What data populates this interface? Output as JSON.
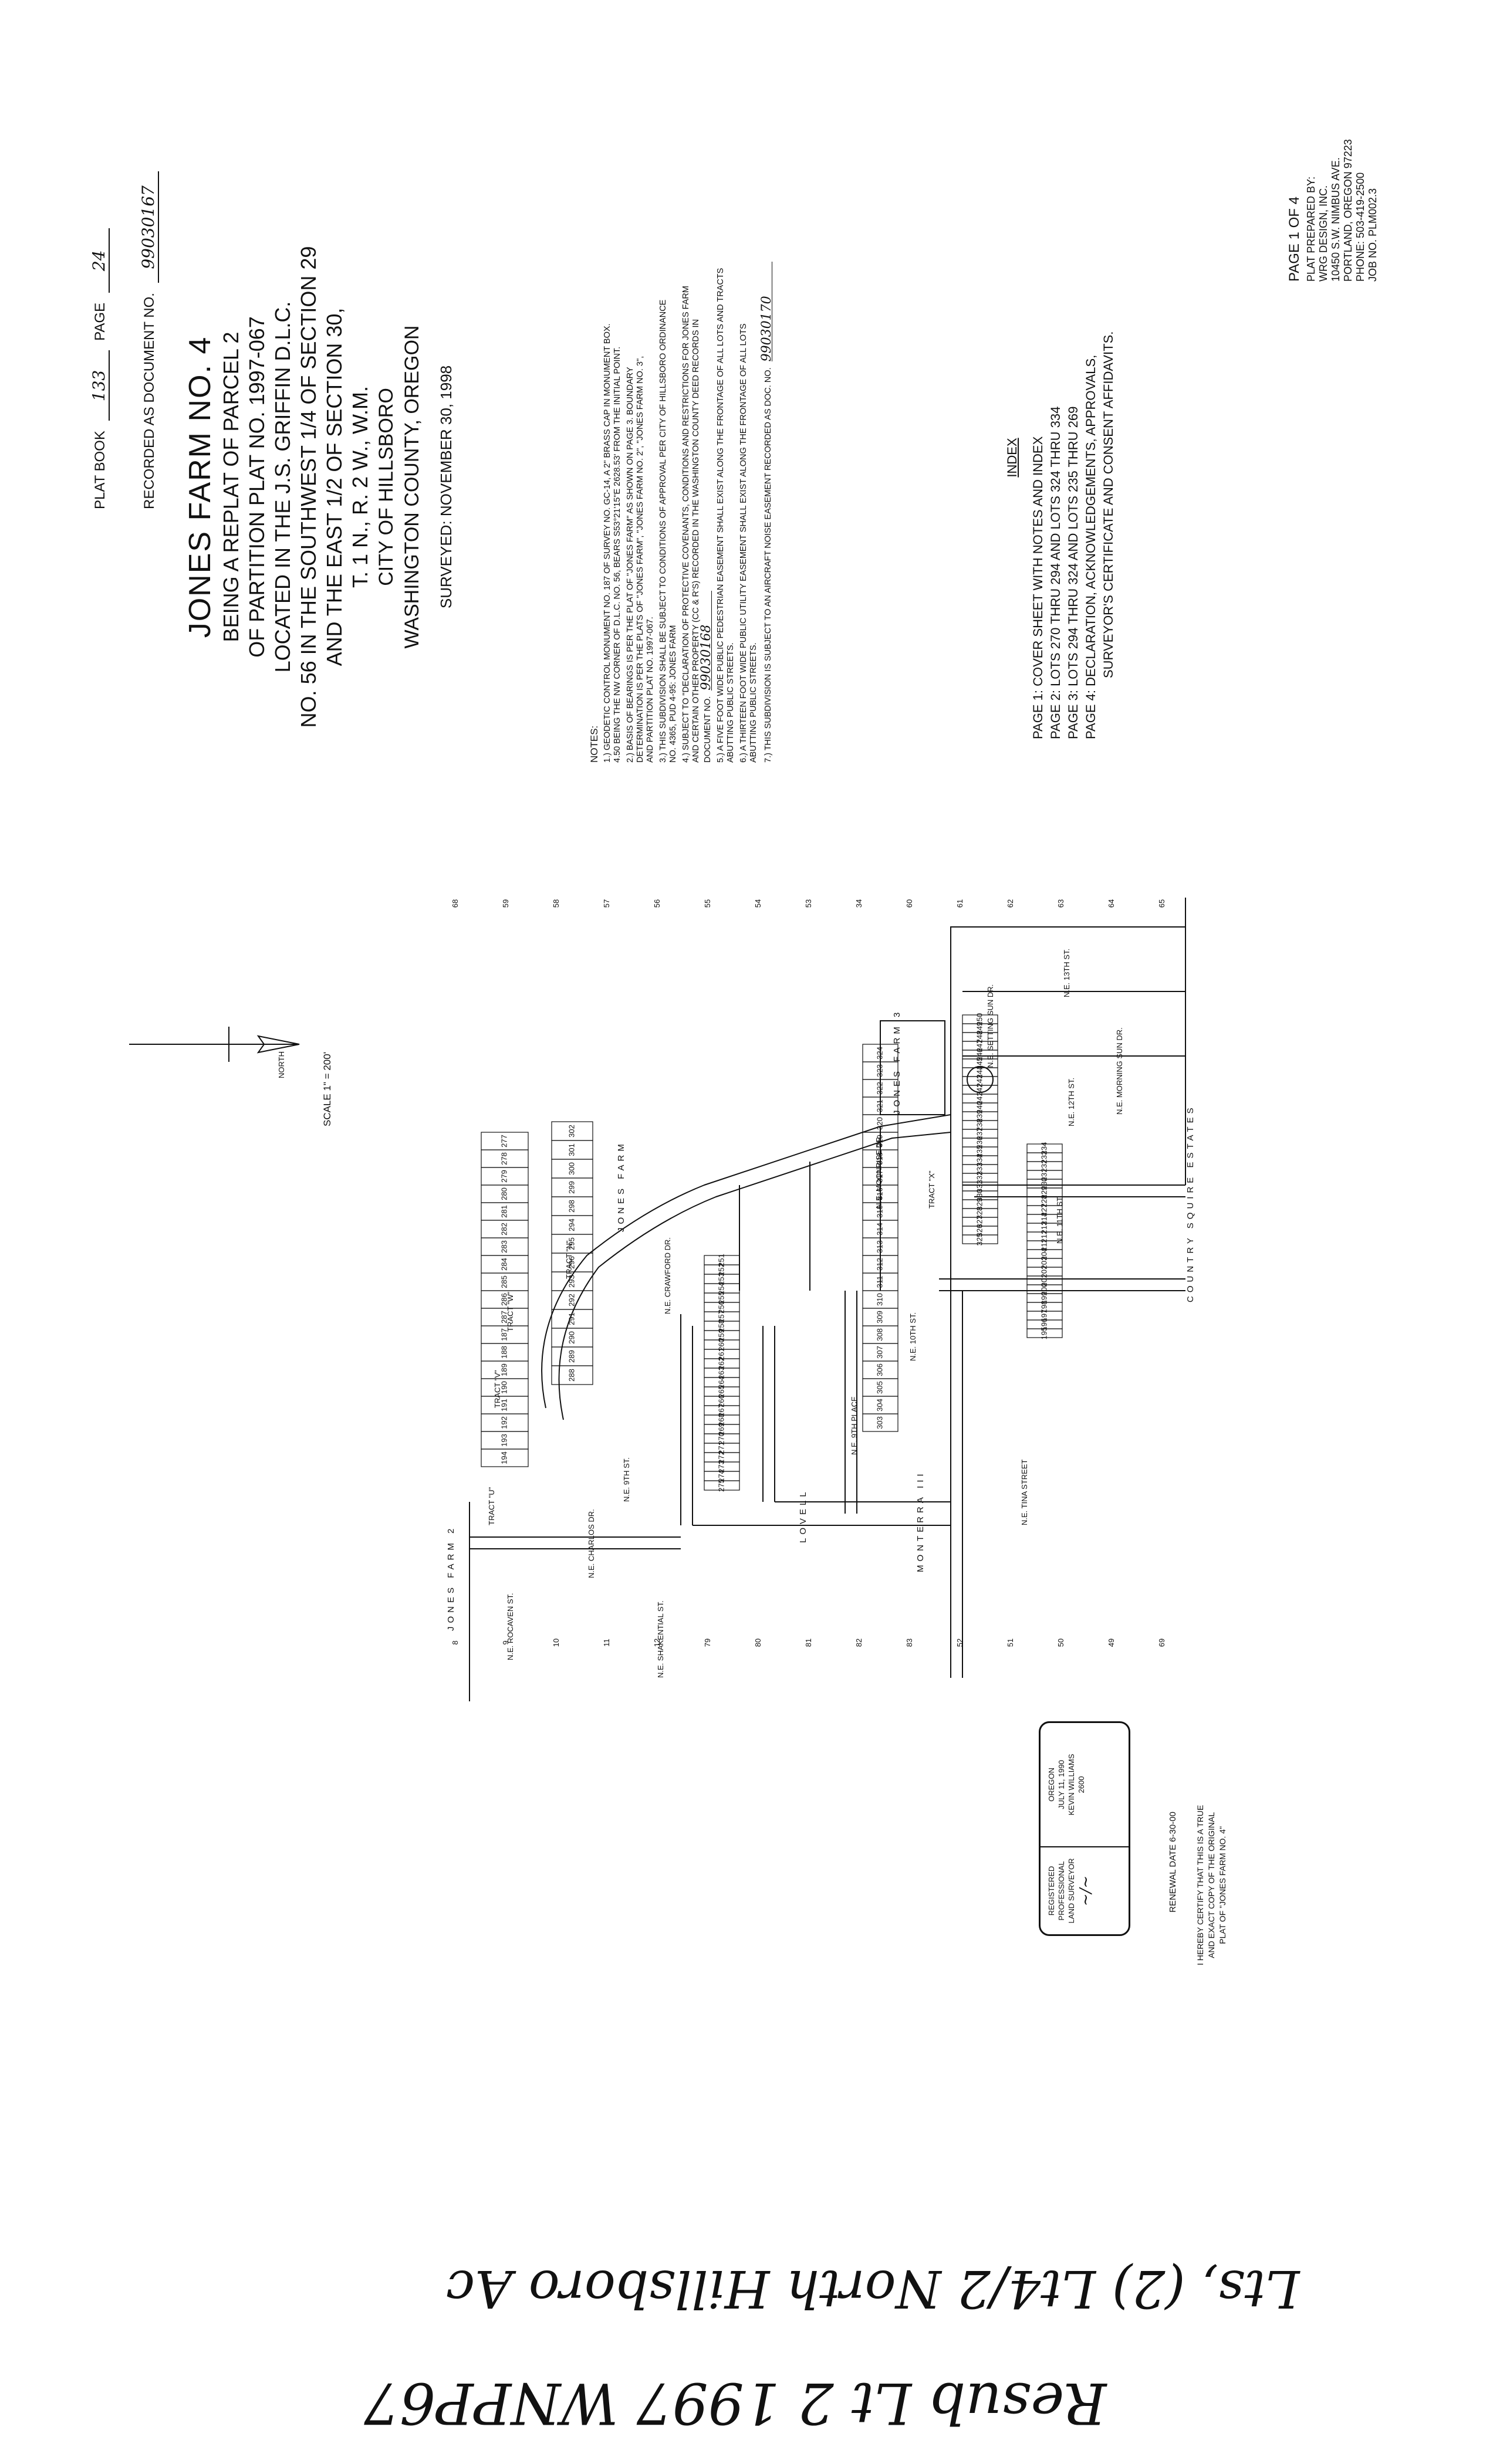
{
  "header": {
    "plat_book_label": "PLAT BOOK",
    "plat_book_value": "133",
    "page_label": "PAGE",
    "page_value": "24",
    "recorded_label": "RECORDED AS DOCUMENT NO.",
    "recorded_value": "99030167"
  },
  "title": {
    "main": "JONES FARM NO. 4",
    "lines": [
      "BEING A REPLAT OF PARCEL 2",
      "OF PARTITION PLAT NO. 1997-067",
      "LOCATED IN THE J.S. GRIFFIN D.L.C.",
      "NO. 56 IN THE SOUTHWEST 1/4 OF SECTION 29",
      "AND THE EAST 1/2 OF SECTION 30,",
      "T. 1 N., R. 2 W., W.M.",
      "CITY OF HILLSBORO",
      "WASHINGTON COUNTY, OREGON"
    ],
    "surveyed": "SURVEYED: NOVEMBER 30, 1998"
  },
  "notes": {
    "heading": "NOTES:",
    "items": [
      "1.) GEODETIC CONTROL MONUMENT NO. 187 OF SURVEY NO. GC-14, A 2\" BRASS CAP IN MONUMENT BOX.",
      "4.50 BEING THE NW CORNER OF D.L.C. NO. 56, BEARS S53°21'15\"E 2628.53' FROM THE INITIAL POINT.",
      "2.) BASIS OF BEARINGS IS PER THE PLAT OF \"JONES FARM\" AS SHOWN ON PAGE 3. BOUNDARY",
      "DETERMINATION IS PER THE PLATS OF \"JONES FARM\", \"JONES FARM NO. 2\", \"JONES FARM NO. 3\",",
      "AND PARTITION PLAT NO. 1997-067.",
      "3.) THIS SUBDIVISION SHALL BE SUBJECT TO CONDITIONS OF APPROVAL PER CITY OF HILLSBORO ORDINANCE",
      "NO. 4365, PUD 4-95: JONES FARM",
      "4.) SUBJECT TO \"DECLARATION OF PROTECTIVE COVENANTS, CONDITIONS AND RESTRICTIONS FOR JONES FARM",
      "AND CERTAIN OTHER PROPERTY (CC & R'S) RECORDED IN THE WASHINGTON COUNTY DEED RECORDS IN",
      "DOCUMENT NO.",
      "5.) A FIVE FOOT WIDE PUBLIC PEDESTRIAN EASEMENT SHALL EXIST ALONG THE FRONTAGE OF ALL LOTS AND TRACTS",
      "ABUTTING PUBLIC STREETS.",
      "6.) A THIRTEEN FOOT WIDE PUBLIC UTILITY EASEMENT SHALL EXIST ALONG THE FRONTAGE OF ALL LOTS",
      "ABUTTING PUBLIC STREETS.",
      "7.) THIS SUBDIVISION IS SUBJECT TO AN AIRCRAFT NOISE EASEMENT RECORDED AS DOC. NO."
    ],
    "doc_no_cc": "99030168",
    "doc_no_noise": "99030170"
  },
  "index": {
    "heading": "INDEX",
    "items": [
      "PAGE 1:  COVER SHEET WITH NOTES AND INDEX",
      "PAGE 2:  LOTS 270 THRU 294 AND LOTS 324 THRU 334",
      "PAGE 3:  LOTS 294 THRU 324 AND LOTS 235 THRU 269",
      "PAGE 4:  DECLARATION, ACKNOWLEDGEMENTS, APPROVALS,",
      "SURVEYOR'S CERTIFICATE AND CONSENT AFFIDAVITS."
    ]
  },
  "preparer": {
    "page_of": "PAGE 1 OF 4",
    "lines": [
      "PLAT PREPARED BY:",
      "WRG DESIGN, INC.",
      "10450 S.W. NIMBUS AVE.",
      "PORTLAND, OREGON 97223",
      "PHONE: 503-419-2500",
      "JOB NO. PLM002.3"
    ]
  },
  "scale": {
    "north": "NORTH",
    "scale": "SCALE 1\" = 200'"
  },
  "stamp": {
    "lines": [
      "REGISTERED",
      "PROFESSIONAL",
      "LAND SURVEYOR"
    ],
    "state": "OREGON",
    "date": "JULY 11, 1990",
    "name": "KEVIN WILLIAMS",
    "number": "2600",
    "renewal": "RENEWAL DATE 6-30-00",
    "certify": [
      "I HEREBY CERTIFY THAT THIS IS A TRUE",
      "AND EXACT COPY OF THE ORIGINAL",
      "PLAT OF \"JONES FARM NO. 4\""
    ]
  },
  "handwritten": {
    "line1": "Resub Lt 2  1997 WNPP67",
    "line2": "Lts, (2) Lt4/2 North Hillsboro Ac"
  },
  "map_labels": {
    "subdivisions": [
      "JONES FARM 2",
      "JONES FARM",
      "JONES FARM 3",
      "LOVELL",
      "MONTERRA III",
      "COUNTRY SQUIRE ESTATES"
    ],
    "streets": [
      "N.E. ROCAVEN ST.",
      "N.E. CHARLOS DR.",
      "N.E. SHAKENTIAL ST.",
      "N.E. 9TH ST.",
      "N.E. 9TH PLACE",
      "N.E. TINA STREET",
      "N.E. 10TH ST.",
      "N.E. 11TH ST.",
      "N.E. 12TH ST.",
      "N.E. 13TH ST.",
      "N.E. MOONRISE DR.",
      "N.E. MORNING SUN DR.",
      "N.E. SETTING SUN DR.",
      "N.E. CRAWFORD DR."
    ],
    "tracts": [
      "TRACT \"U\"",
      "TRACT \"V\"",
      "TRACT \"W\"",
      "TRACT \"N\"",
      "TRACT \"X\""
    ],
    "lots_row_a": [
      "194",
      "193",
      "192",
      "191",
      "190",
      "189",
      "188",
      "187",
      "287",
      "286",
      "285",
      "284",
      "283",
      "282",
      "281",
      "280",
      "279",
      "278",
      "277"
    ],
    "lots_row_b": [
      "288",
      "289",
      "290",
      "291",
      "292",
      "293",
      "296",
      "295",
      "294",
      "298",
      "299",
      "300",
      "301",
      "302"
    ],
    "lots_row_c": [
      "275",
      "274",
      "273",
      "272",
      "271",
      "270",
      "269",
      "268",
      "267",
      "266",
      "265",
      "264",
      "263",
      "262",
      "261",
      "260",
      "259",
      "258",
      "257",
      "256",
      "255",
      "254",
      "253",
      "252",
      "251"
    ],
    "lots_row_d": [
      "303",
      "304",
      "305",
      "306",
      "307",
      "308",
      "309",
      "310",
      "311",
      "312",
      "313",
      "314",
      "315",
      "316",
      "317",
      "318",
      "319",
      "320",
      "321",
      "322",
      "323",
      "324"
    ],
    "lots_row_e": [
      "325",
      "326",
      "327",
      "328",
      "329",
      "330",
      "331",
      "332",
      "333",
      "334",
      "235",
      "236",
      "237",
      "238",
      "239",
      "240",
      "241",
      "242",
      "243",
      "244",
      "245",
      "246",
      "247",
      "248",
      "249",
      "250"
    ],
    "lots_row_f": [
      "195",
      "196",
      "197",
      "198",
      "199",
      "200",
      "201",
      "202",
      "203",
      "204",
      "211",
      "212",
      "213",
      "214",
      "227",
      "228",
      "229",
      "230",
      "231",
      "232",
      "233",
      "234"
    ],
    "lots_outer": [
      "8",
      "9",
      "10",
      "11",
      "12",
      "79",
      "80",
      "81",
      "82",
      "83",
      "52",
      "51",
      "50",
      "49",
      "69",
      "68",
      "59",
      "58",
      "57",
      "56",
      "55",
      "54",
      "53",
      "34",
      "60",
      "61",
      "62",
      "63",
      "64",
      "65"
    ]
  }
}
